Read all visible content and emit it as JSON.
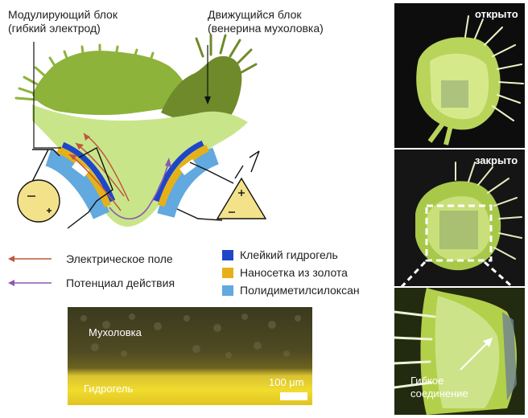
{
  "diagram": {
    "label_modulating": [
      "Модулирующий блок",
      "(гибкий электрод)"
    ],
    "label_moving": [
      "Движущийся блок",
      "(венерина мухоловка)"
    ]
  },
  "arrow_legend": [
    {
      "label": "Электрическое поле",
      "color": "#c0553f"
    },
    {
      "label": "Потенциал действия",
      "color": "#8a5ab0"
    }
  ],
  "layer_legend": [
    {
      "label": "Клейкий гидрогель",
      "color": "#1f46c8"
    },
    {
      "label": "Наносетка из золота",
      "color": "#e6b118"
    },
    {
      "label": "Полидиметилсилоксан",
      "color": "#62a9df"
    }
  ],
  "micrograph": {
    "top_label": "Мухоловка",
    "bottom_label": "Гидрогель",
    "scale_label": "100 μm"
  },
  "photos": {
    "open_label": "открыто",
    "closed_label": "закрыто",
    "connection_label": [
      "Гибкое",
      "соединение"
    ]
  }
}
